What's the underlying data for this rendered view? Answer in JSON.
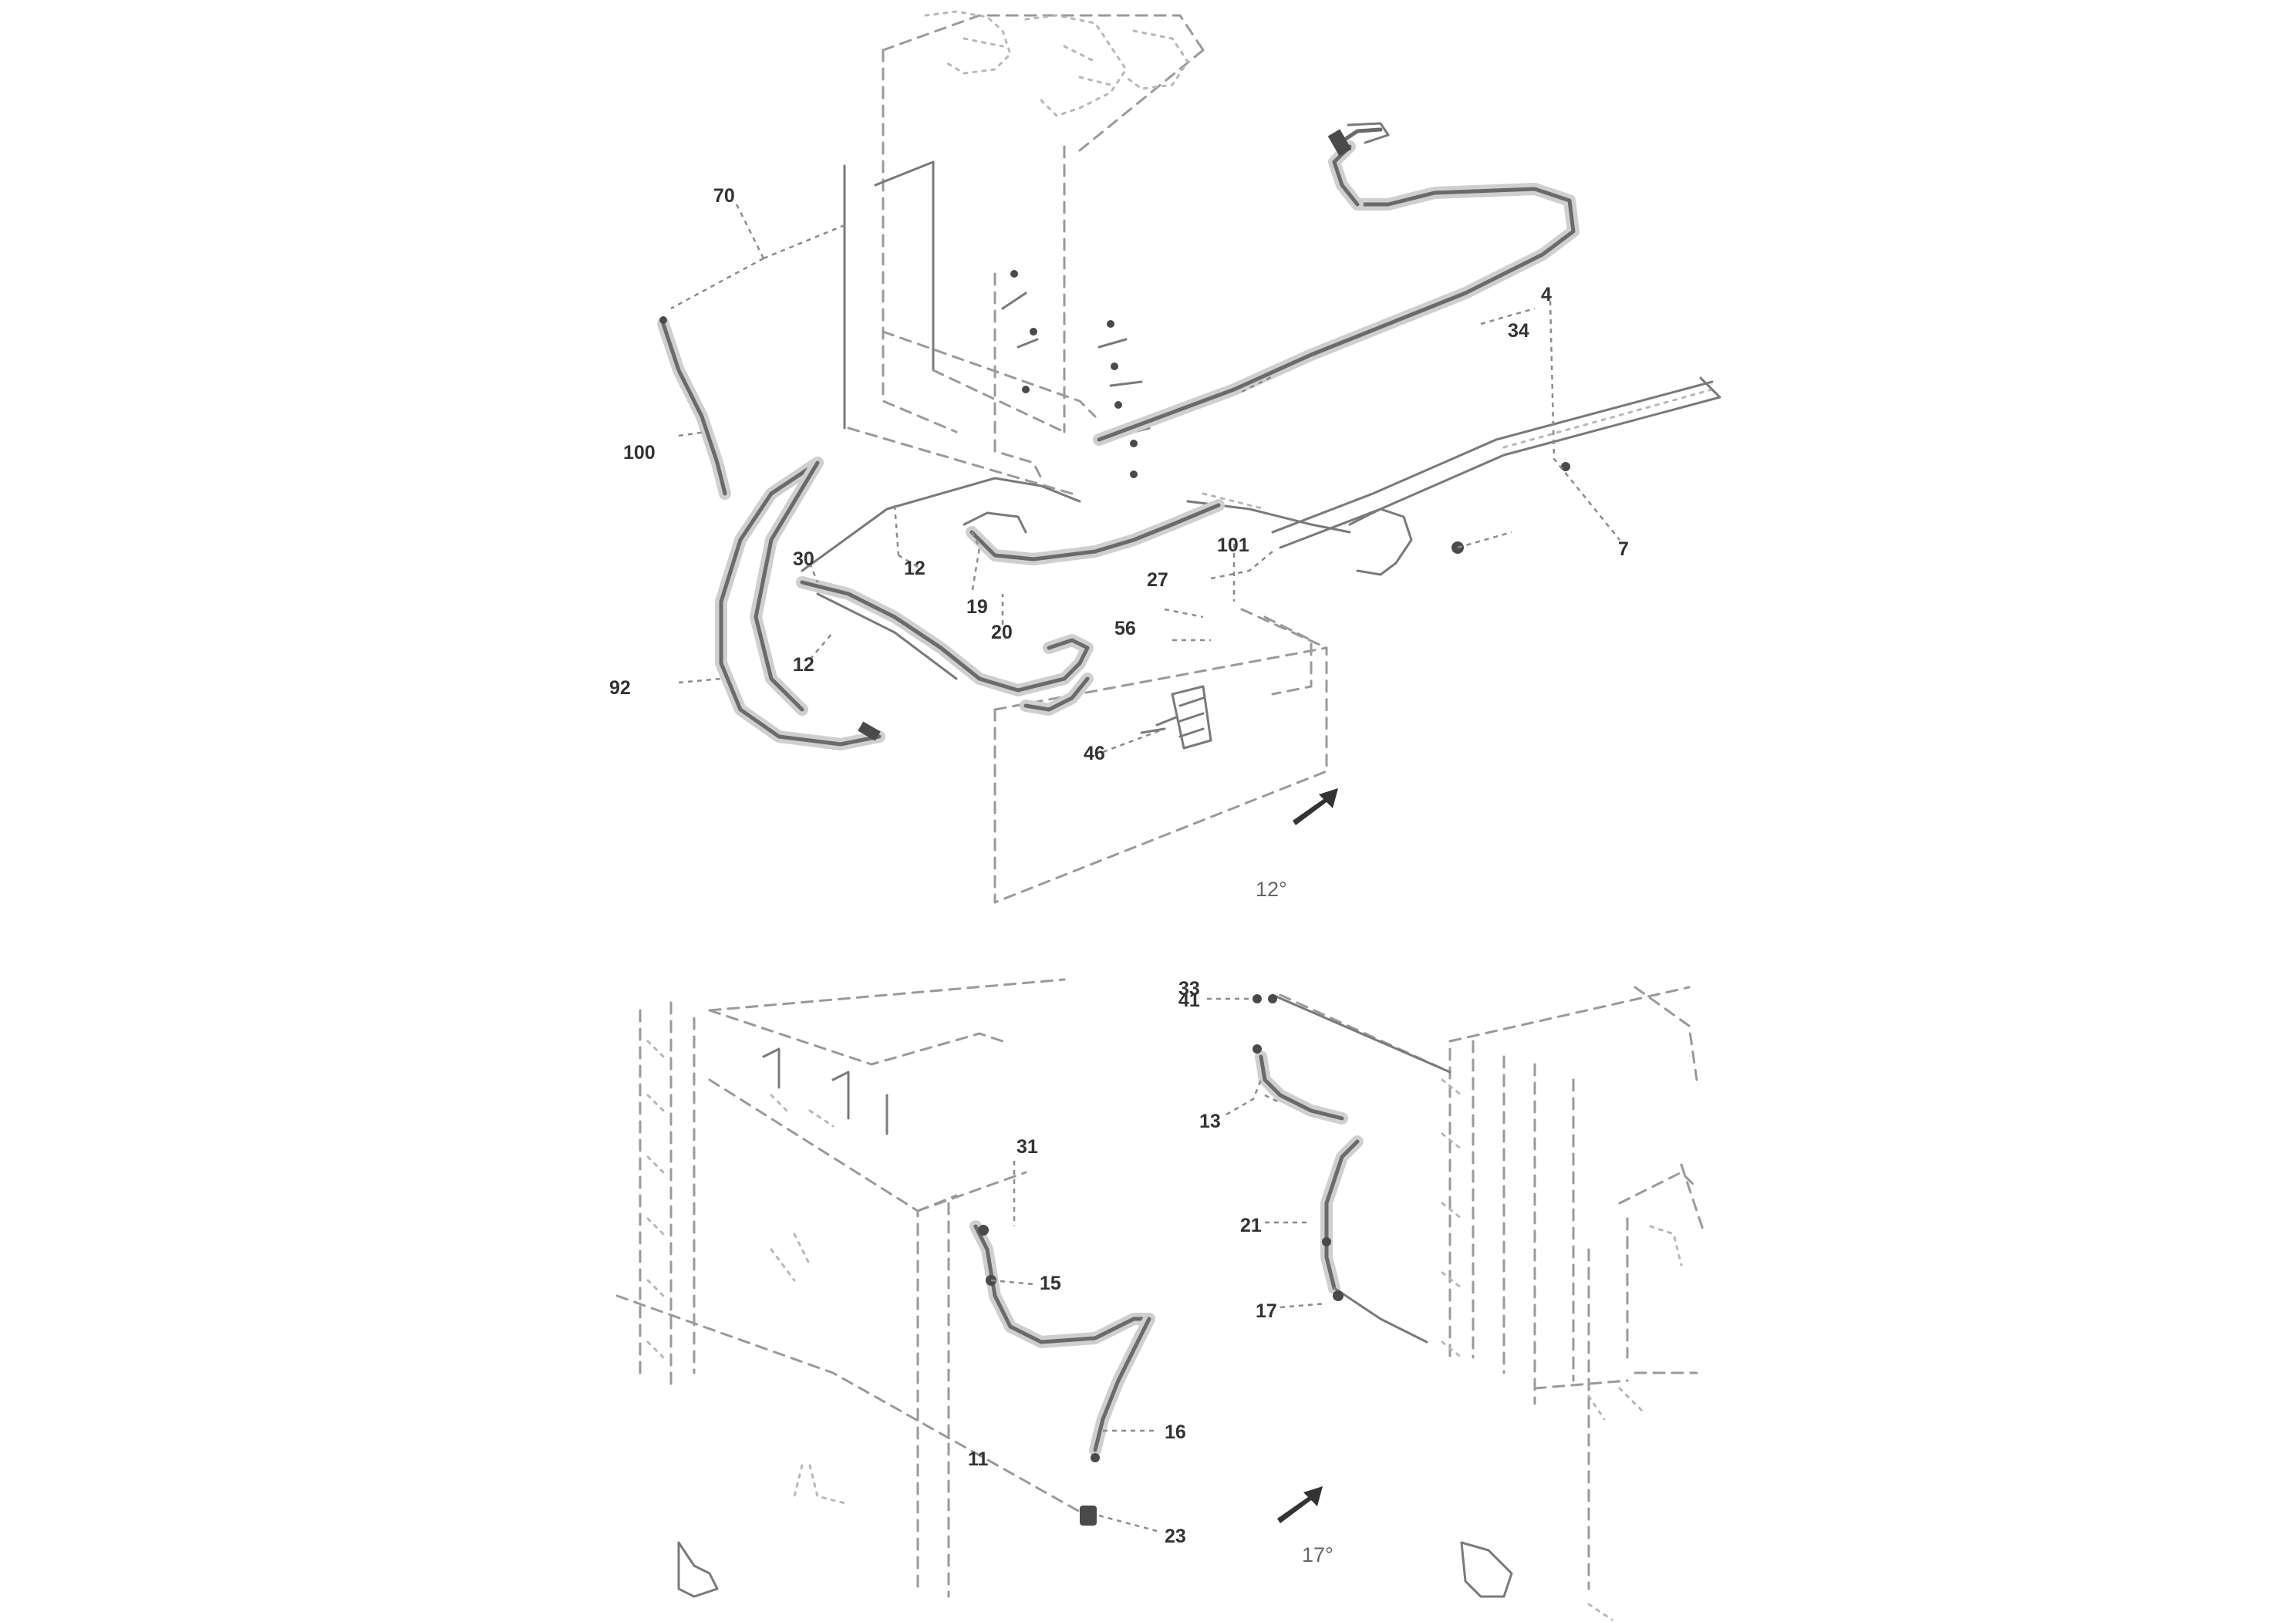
{
  "drawing": {
    "type": "exploded parts diagram",
    "colors": {
      "line": "#7a7a7a",
      "hose": "#6a6a6a",
      "text": "#333333",
      "background": "#ffffff"
    }
  },
  "callouts": {
    "c70": "70",
    "c100": "100",
    "c34": "34",
    "c92": "92",
    "c4": "4",
    "c7": "7",
    "c12a": "12",
    "c19": "19",
    "c30": "30",
    "c12b": "12",
    "c20": "20",
    "c101": "101",
    "c27": "27",
    "c56": "56",
    "c46": "46",
    "c41": "41",
    "c13": "13",
    "c31": "31",
    "c21": "21",
    "c15": "15",
    "c16": "16",
    "c23": "23",
    "c17": "17",
    "c33": "33",
    "c11": "11"
  },
  "view_labels": {
    "upper": "12°",
    "lower": "17°"
  }
}
